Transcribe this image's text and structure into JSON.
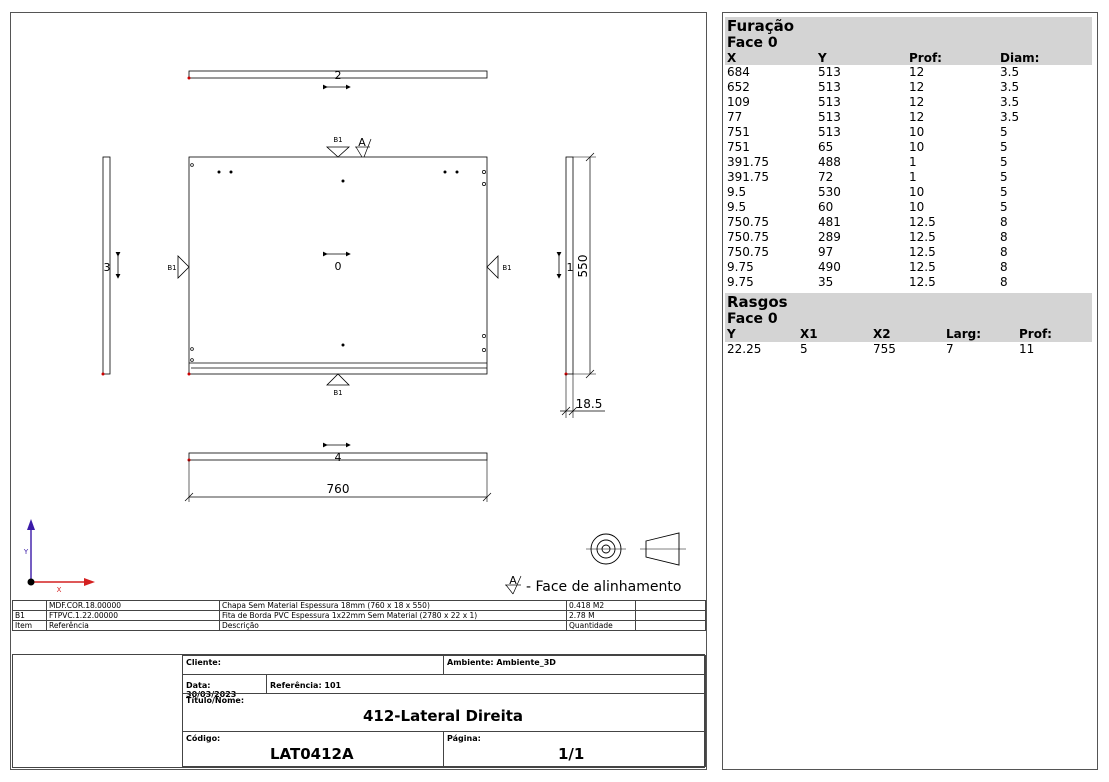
{
  "drawing": {
    "top_edge_label": "2",
    "bottom_edge_label": "4",
    "left_edge_label": "3",
    "right_edge_label": "1",
    "center_label": "0",
    "band_top": "B1",
    "band_left": "B1",
    "band_right": "B1",
    "band_bottom": "B1",
    "align_marker": "A",
    "dim_width": "760",
    "dim_height": "550",
    "dim_thickness": "18.5",
    "axis_y": "Y",
    "axis_x": "X",
    "face_note": "- Face de alinhamento"
  },
  "parts_table": {
    "rows": [
      [
        "",
        "MDF.COR.18.00000",
        "Chapa Sem Material Espessura 18mm (760  x  18  x  550)",
        "0.418 M2",
        ""
      ],
      [
        "B1",
        "FTPVC.1.22.00000",
        "Fita de Borda PVC Espessura 1x22mm Sem Material (2780  x  22  x  1)",
        "2.78 M",
        ""
      ],
      [
        "Item",
        "Referência",
        "Descrição",
        "Quantidade",
        ""
      ]
    ]
  },
  "title_block": {
    "cliente_label": "Cliente:",
    "ambiente": "Ambiente: Ambiente_3D",
    "data": "Data: 30/03/2023",
    "referencia": "Referência: 101",
    "titulo_label": "Título/Nome:",
    "titulo": "412-Lateral Direita",
    "codigo_label": "Código:",
    "codigo": "LAT0412A",
    "pagina_label": "Página:",
    "pagina": "1/1"
  },
  "furacao": {
    "title": "Furação",
    "face": "Face  0",
    "columns": [
      "X",
      "Y",
      "Prof:",
      "Diam:"
    ],
    "rows": [
      [
        "684",
        "513",
        "12",
        "3.5"
      ],
      [
        "652",
        "513",
        "12",
        "3.5"
      ],
      [
        "109",
        "513",
        "12",
        "3.5"
      ],
      [
        "77",
        "513",
        "12",
        "3.5"
      ],
      [
        "751",
        "513",
        "10",
        "5"
      ],
      [
        "751",
        "65",
        "10",
        "5"
      ],
      [
        "391.75",
        "488",
        "1",
        "5"
      ],
      [
        "391.75",
        "72",
        "1",
        "5"
      ],
      [
        "9.5",
        "530",
        "10",
        "5"
      ],
      [
        "9.5",
        "60",
        "10",
        "5"
      ],
      [
        "750.75",
        "481",
        "12.5",
        "8"
      ],
      [
        "750.75",
        "289",
        "12.5",
        "8"
      ],
      [
        "750.75",
        "97",
        "12.5",
        "8"
      ],
      [
        "9.75",
        "490",
        "12.5",
        "8"
      ],
      [
        "9.75",
        "35",
        "12.5",
        "8"
      ]
    ]
  },
  "rasgos": {
    "title": "Rasgos",
    "face": "Face  0",
    "columns": [
      "Y",
      "X1",
      "X2",
      "Larg:",
      "Prof:"
    ],
    "rows": [
      [
        "22.25",
        "5",
        "755",
        "7",
        "11"
      ]
    ]
  }
}
